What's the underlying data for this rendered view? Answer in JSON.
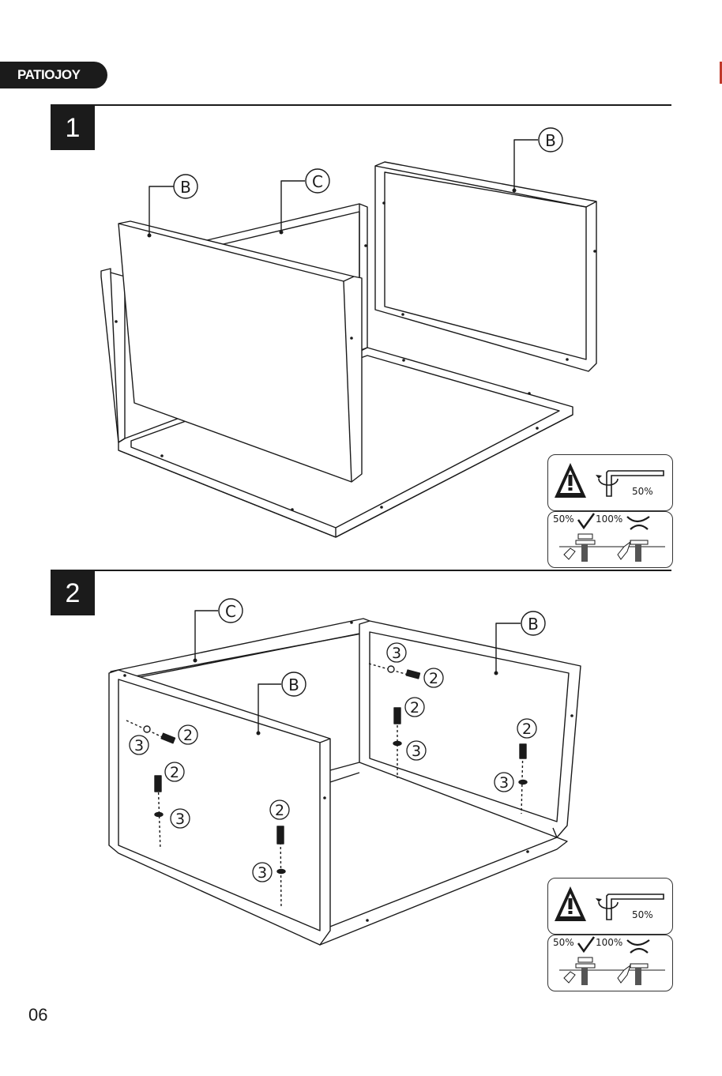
{
  "header": {
    "brand": "PATIOJOY"
  },
  "steps": [
    {
      "number": "1",
      "callouts": [
        "B",
        "C",
        "B"
      ],
      "caution_panel": {
        "torque_label": "50%"
      },
      "tighten_panel": {
        "good_label": "50%",
        "bad_label": "100%"
      }
    },
    {
      "number": "2",
      "callouts": [
        "C",
        "B",
        "B"
      ],
      "hardware_labels": [
        "3",
        "2",
        "2",
        "3",
        "2",
        "3",
        "3",
        "2",
        "2",
        "3",
        "2",
        "3"
      ],
      "caution_panel": {
        "torque_label": "50%"
      },
      "tighten_panel": {
        "good_label": "50%",
        "bad_label": "100%"
      }
    }
  ],
  "footer": {
    "page_number": "06"
  }
}
